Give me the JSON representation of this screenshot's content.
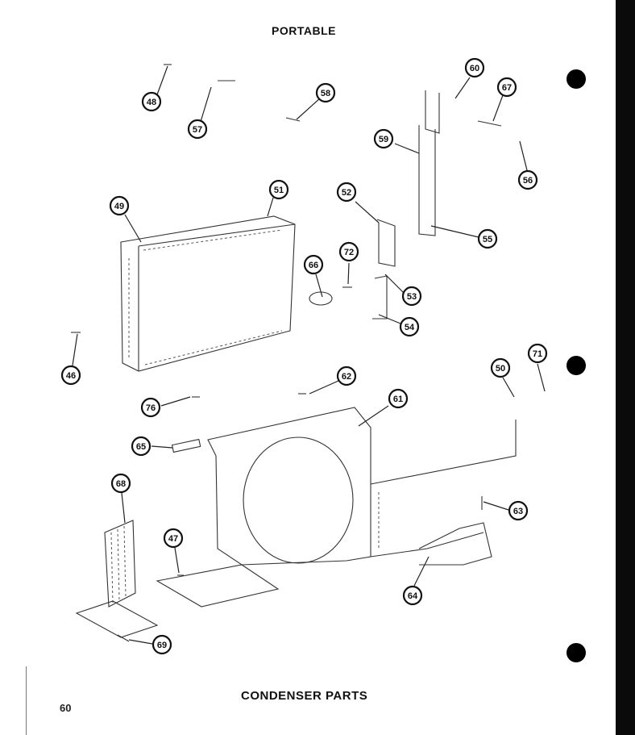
{
  "header": {
    "title": "PORTABLE"
  },
  "footer": {
    "caption": "CONDENSER PARTS",
    "page_number": "60"
  },
  "callouts": [
    {
      "label": "48"
    },
    {
      "label": "57"
    },
    {
      "label": "58"
    },
    {
      "label": "60"
    },
    {
      "label": "67"
    },
    {
      "label": "59"
    },
    {
      "label": "56"
    },
    {
      "label": "49"
    },
    {
      "label": "51"
    },
    {
      "label": "52"
    },
    {
      "label": "55"
    },
    {
      "label": "66"
    },
    {
      "label": "72"
    },
    {
      "label": "53"
    },
    {
      "label": "54"
    },
    {
      "label": "46"
    },
    {
      "label": "71"
    },
    {
      "label": "50"
    },
    {
      "label": "62"
    },
    {
      "label": "76"
    },
    {
      "label": "61"
    },
    {
      "label": "65"
    },
    {
      "label": "68"
    },
    {
      "label": "63"
    },
    {
      "label": "47"
    },
    {
      "label": "64"
    },
    {
      "label": "69"
    }
  ]
}
